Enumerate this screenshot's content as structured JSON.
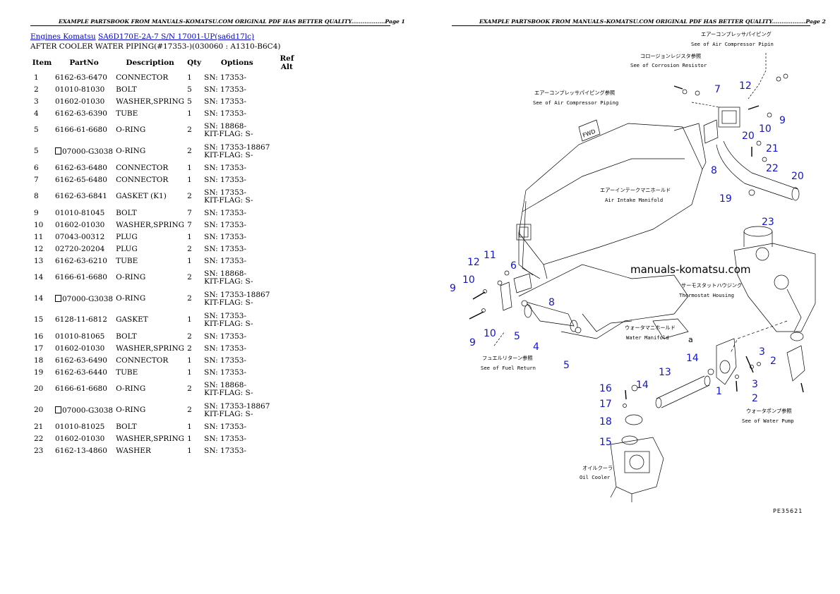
{
  "page1": {
    "header": "EXAMPLE PARTSBOOK FROM MANUALS-KOMATSU.COM ORIGINAL PDF HAS BETTER QUALITY..................Page 1",
    "breadcrumb_link1": "Engines Komatsu",
    "breadcrumb_link2": "SA6D170E-2A-7 S/N 17001-UP(sa6d17lc)",
    "title": "AFTER COOLER WATER PIPING(#17353-)(030060 : A1310-B6C4)",
    "columns": [
      "Item",
      "PartNo",
      "Description",
      "Qty",
      "Options",
      "Ref Alt"
    ],
    "rows": [
      {
        "item": "1",
        "part": "6162-63-6470",
        "desc": "CONNECTOR",
        "qty": "1",
        "opt1": "SN: 17353-",
        "opt2": "",
        "box": false
      },
      {
        "item": "2",
        "part": "01010-81030",
        "desc": "BOLT",
        "qty": "5",
        "opt1": "SN: 17353-",
        "opt2": "",
        "box": false
      },
      {
        "item": "3",
        "part": "01602-01030",
        "desc": "WASHER,SPRING",
        "qty": "5",
        "opt1": "SN: 17353-",
        "opt2": "",
        "box": false
      },
      {
        "item": "4",
        "part": "6162-63-6390",
        "desc": "TUBE",
        "qty": "1",
        "opt1": "SN: 17353-",
        "opt2": "",
        "box": false
      },
      {
        "item": "5",
        "part": "6166-61-6680",
        "desc": "O-RING",
        "qty": "2",
        "opt1": "SN: 18868-",
        "opt2": "KIT-FLAG: S-",
        "box": false
      },
      {
        "item": "5",
        "part": "07000-G3038",
        "desc": "O-RING",
        "qty": "2",
        "opt1": "SN: 17353-18867",
        "opt2": "KIT-FLAG: S-",
        "box": true
      },
      {
        "item": "6",
        "part": "6162-63-6480",
        "desc": "CONNECTOR",
        "qty": "1",
        "opt1": "SN: 17353-",
        "opt2": "",
        "box": false
      },
      {
        "item": "7",
        "part": "6162-65-6480",
        "desc": "CONNECTOR",
        "qty": "1",
        "opt1": "SN: 17353-",
        "opt2": "",
        "box": false
      },
      {
        "item": "8",
        "part": "6162-63-6841",
        "desc": "GASKET (K1)",
        "qty": "2",
        "opt1": "SN: 17353-",
        "opt2": "KIT-FLAG: S-",
        "box": false
      },
      {
        "item": "9",
        "part": "01010-81045",
        "desc": "BOLT",
        "qty": "7",
        "opt1": "SN: 17353-",
        "opt2": "",
        "box": false
      },
      {
        "item": "10",
        "part": "01602-01030",
        "desc": "WASHER,SPRING",
        "qty": "7",
        "opt1": "SN: 17353-",
        "opt2": "",
        "box": false
      },
      {
        "item": "11",
        "part": "07043-00312",
        "desc": "PLUG",
        "qty": "1",
        "opt1": "SN: 17353-",
        "opt2": "",
        "box": false
      },
      {
        "item": "12",
        "part": "02720-20204",
        "desc": "PLUG",
        "qty": "2",
        "opt1": "SN: 17353-",
        "opt2": "",
        "box": false
      },
      {
        "item": "13",
        "part": "6162-63-6210",
        "desc": "TUBE",
        "qty": "1",
        "opt1": "SN: 17353-",
        "opt2": "",
        "box": false
      },
      {
        "item": "14",
        "part": "6166-61-6680",
        "desc": "O-RING",
        "qty": "2",
        "opt1": "SN: 18868-",
        "opt2": "KIT-FLAG: S-",
        "box": false
      },
      {
        "item": "14",
        "part": "07000-G3038",
        "desc": "O-RING",
        "qty": "2",
        "opt1": "SN: 17353-18867",
        "opt2": "KIT-FLAG: S-",
        "box": true
      },
      {
        "item": "15",
        "part": "6128-11-6812",
        "desc": "GASKET",
        "qty": "1",
        "opt1": "SN: 17353-",
        "opt2": "KIT-FLAG: S-",
        "box": false
      },
      {
        "item": "16",
        "part": "01010-81065",
        "desc": "BOLT",
        "qty": "2",
        "opt1": "SN: 17353-",
        "opt2": "",
        "box": false
      },
      {
        "item": "17",
        "part": "01602-01030",
        "desc": "WASHER,SPRING",
        "qty": "2",
        "opt1": "SN: 17353-",
        "opt2": "",
        "box": false
      },
      {
        "item": "18",
        "part": "6162-63-6490",
        "desc": "CONNECTOR",
        "qty": "1",
        "opt1": "SN: 17353-",
        "opt2": "",
        "box": false
      },
      {
        "item": "19",
        "part": "6162-63-6440",
        "desc": "TUBE",
        "qty": "1",
        "opt1": "SN: 17353-",
        "opt2": "",
        "box": false
      },
      {
        "item": "20",
        "part": "6166-61-6680",
        "desc": "O-RING",
        "qty": "2",
        "opt1": "SN: 18868-",
        "opt2": "KIT-FLAG: S-",
        "box": false
      },
      {
        "item": "20",
        "part": "07000-G3038",
        "desc": "O-RING",
        "qty": "2",
        "opt1": "SN: 17353-18867",
        "opt2": "KIT-FLAG: S-",
        "box": true
      },
      {
        "item": "21",
        "part": "01010-81025",
        "desc": "BOLT",
        "qty": "1",
        "opt1": "SN: 17353-",
        "opt2": "",
        "box": false
      },
      {
        "item": "22",
        "part": "01602-01030",
        "desc": "WASHER,SPRING",
        "qty": "1",
        "opt1": "SN: 17353-",
        "opt2": "",
        "box": false
      },
      {
        "item": "23",
        "part": "6162-13-4860",
        "desc": "WASHER",
        "qty": "1",
        "opt1": "SN: 17353-",
        "opt2": "",
        "box": false
      }
    ]
  },
  "page2": {
    "header": "EXAMPLE PARTSBOOK FROM MANUALS-KOMATSU.COM ORIGINAL PDF HAS BETTER QUALITY..................Page 2",
    "watermark": "manuals-komatsu.com",
    "fwd": "FWD",
    "figure_code": "PE35621",
    "callout_a": "a",
    "jp_labels": [
      {
        "jp": "エアーコンプレッサパイピング",
        "en": "See of Air Compressor Pipin"
      },
      {
        "jp": "コロージョンレジスタ参照",
        "en": "See of Corrosion Resistor"
      },
      {
        "jp": "エアーコンプレッサパイピング参照",
        "en": "See of Air Compressor Piping"
      },
      {
        "jp": "エアーインテークマニホールド",
        "en": "Air Intake Manifold"
      },
      {
        "jp": "サーモスタットハウジング",
        "en": "Thermostat Housing"
      },
      {
        "jp": "ウォータマニホールド",
        "en": "Water Manifold"
      },
      {
        "jp": "フュエルリターン参照",
        "en": "See of Fuel Return"
      },
      {
        "jp": "ウォータポンプ参照",
        "en": "See of Water Pump"
      },
      {
        "jp": "オイルクーラ",
        "en": "Oil Cooler"
      }
    ],
    "callout_numbers": [
      "7",
      "12",
      "9",
      "10",
      "20",
      "21",
      "22",
      "20",
      "8",
      "19",
      "23",
      "11",
      "6",
      "12",
      "10",
      "9",
      "8",
      "10",
      "5",
      "9",
      "4",
      "5",
      "3",
      "2",
      "14",
      "13",
      "3",
      "2",
      "16",
      "14",
      "17",
      "18",
      "15",
      "1"
    ]
  }
}
